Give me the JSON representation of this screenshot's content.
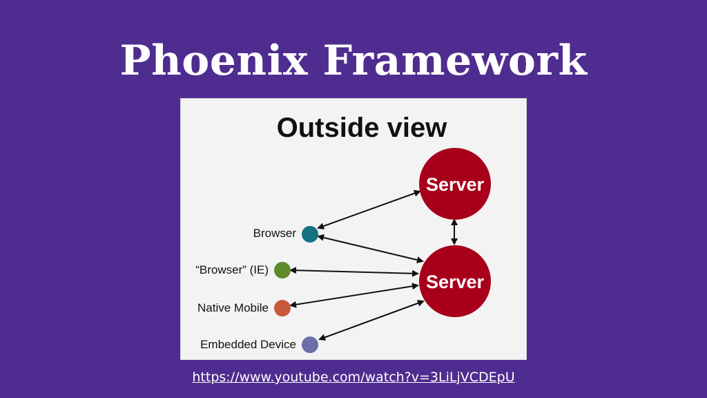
{
  "slide": {
    "title": "Phoenix Framework",
    "background": "#4f2c8f",
    "link_text": "https://www.youtube.com/watch?v=3LiLjVCDEpU"
  },
  "diagram": {
    "title": "Outside view",
    "servers": [
      {
        "label": "Server",
        "color": "#a8001b"
      },
      {
        "label": "Server",
        "color": "#a8001b"
      }
    ],
    "clients": [
      {
        "label": "Browser",
        "color": "#147282",
        "icon": "teal-circle-node"
      },
      {
        "label": "“Browser” (IE)",
        "color": "#5e8a2c",
        "icon": "green-circle-node"
      },
      {
        "label": "Native Mobile",
        "color": "#c9573a",
        "icon": "orange-circle-node"
      },
      {
        "label": "Embedded Device",
        "color": "#6d6fa8",
        "icon": "purple-circle-node"
      }
    ],
    "edges": [
      {
        "from": "Browser",
        "to": "Server 1",
        "bidirectional": true
      },
      {
        "from": "Browser",
        "to": "Server 2",
        "bidirectional": true
      },
      {
        "from": "“Browser” (IE)",
        "to": "Server 2",
        "bidirectional": true
      },
      {
        "from": "Native Mobile",
        "to": "Server 2",
        "bidirectional": true
      },
      {
        "from": "Embedded Device",
        "to": "Server 2",
        "bidirectional": true
      },
      {
        "from": "Server 1",
        "to": "Server 2",
        "bidirectional": true
      }
    ]
  }
}
